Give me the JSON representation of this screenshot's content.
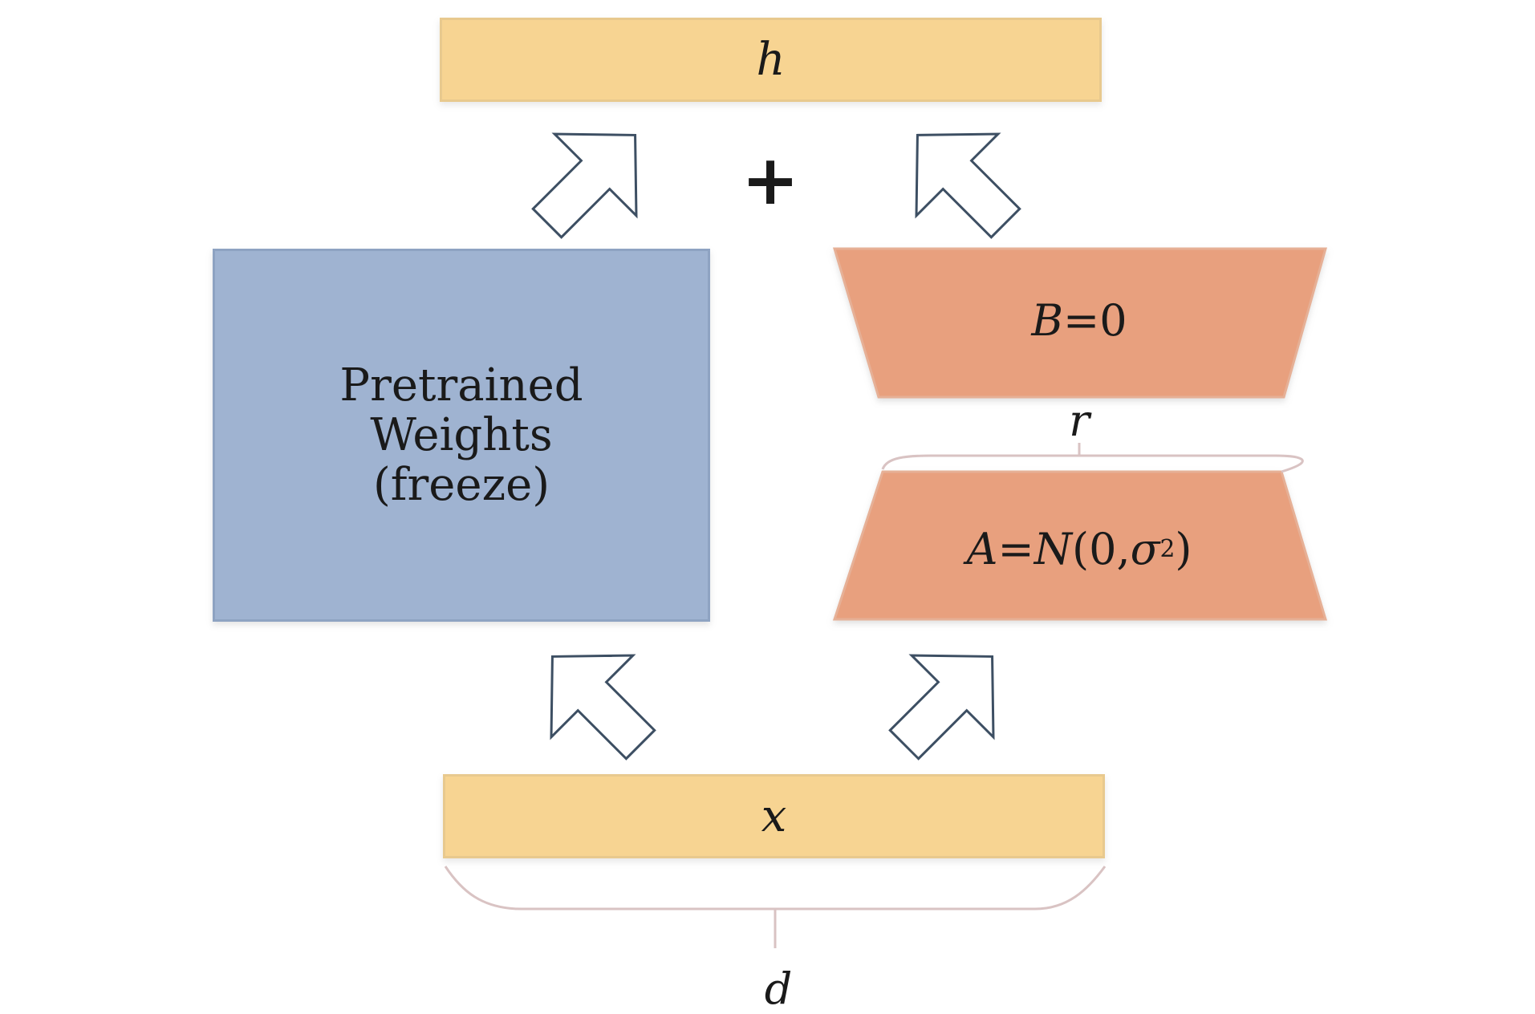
{
  "labels": {
    "h": "h",
    "x": "x",
    "plus": "+",
    "r": "r",
    "d": "d",
    "pretrained_line1": "Pretrained",
    "pretrained_line2": "Weights",
    "pretrained_line3": "(freeze)",
    "b_var": "B",
    "b_rest": "=0",
    "a_var": "A",
    "a_eq": "=",
    "a_n": "N",
    "a_open": "(0,",
    "a_sigma": "σ",
    "a_sup": "2",
    "a_close": ")"
  },
  "colors": {
    "io_fill": "#f7d492",
    "weights_fill": "#9fb3d1",
    "adapter_fill": "#e8a07e",
    "arrow_stroke": "#3d4f63"
  },
  "icons": {
    "arrow": "hollow-block-arrow-icon",
    "brace": "curly-brace-icon"
  }
}
